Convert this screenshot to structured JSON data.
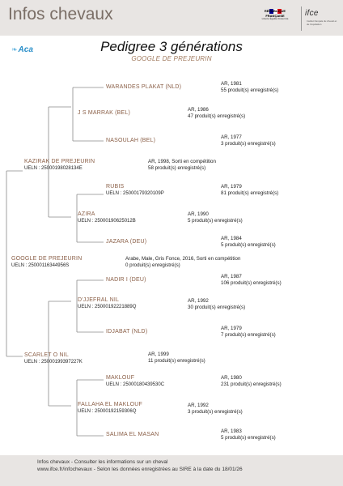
{
  "header": {
    "title": "Infos chevaux",
    "rf_line1": "RÉPUBLIQUE",
    "rf_line2": "FRANÇAISE",
    "rf_motto": "Liberté Égalité Fraternité",
    "ifce_logo": "ifce",
    "ifce_sub": "Institut français du cheval et de l'équitation",
    "aca_logo": "Aca"
  },
  "document": {
    "title": "Pedigree 3 générations",
    "subject": "GOOGLE DE PREJEURIN"
  },
  "pedigree": {
    "subject": {
      "name": "GOOGLE DE PREJEURIN",
      "ueln": "UELN : 25000116344956S",
      "info1": "Arabe, Male, Gris Fonce, 2016, Sorti en compétition",
      "info2": "0 produit(s) enregistré(s)"
    },
    "sire": {
      "name": "KAZIRAK DE PREJEURIN",
      "ueln": "UELN : 25000198028134E",
      "info1": "AR, 1998, Sorti en compétition",
      "info2": "58 produit(s) enregistré(s)"
    },
    "sire_sire": {
      "name": "J S MARRAK (BEL)",
      "info1": "AR, 1986",
      "info2": "47 produit(s) enregistré(s)"
    },
    "sire_sire_sire": {
      "name": "WARANDES PLAKAT (NLD)",
      "info1": "AR, 1981",
      "info2": "55 produit(s) enregistré(s)"
    },
    "sire_sire_dam": {
      "name": "NASOULAH (BEL)",
      "info1": "AR, 1977",
      "info2": "3 produit(s) enregistré(s)"
    },
    "sire_dam": {
      "name": "AZIRA",
      "ueln": "UELN : 25000190625012B",
      "info1": "AR, 1990",
      "info2": "5 produit(s) enregistré(s)"
    },
    "sire_dam_sire": {
      "name": "RUBIS",
      "ueln": "UELN : 25000179320109P",
      "info1": "AR, 1979",
      "info2": "81 produit(s) enregistré(s)"
    },
    "sire_dam_dam": {
      "name": "JAZARA (DEU)",
      "info1": "AR, 1984",
      "info2": "5 produit(s) enregistré(s)"
    },
    "dam": {
      "name": "SCARLET O NIL",
      "ueln": "UELN : 25000199397227K",
      "info1": "AR, 1999",
      "info2": "11 produit(s) enregistré(s)"
    },
    "dam_sire": {
      "name": "D'JJEFRAL NIL",
      "ueln": "UELN : 25000192221889Q",
      "info1": "AR, 1992",
      "info2": "30 produit(s) enregistré(s)"
    },
    "dam_sire_sire": {
      "name": "NADIR I (DEU)",
      "info1": "AR, 1987",
      "info2": "106 produit(s) enregistré(s)"
    },
    "dam_sire_dam": {
      "name": "IDJABAT (NLD)",
      "info1": "AR, 1979",
      "info2": "7 produit(s) enregistré(s)"
    },
    "dam_dam": {
      "name": "FALLAHA EL MAKLOUF",
      "ueln": "UELN : 25000192159306Q",
      "info1": "AR, 1992",
      "info2": "3 produit(s) enregistré(s)"
    },
    "dam_dam_sire": {
      "name": "MAKLOUF",
      "ueln": "UELN : 25000180439530C",
      "info1": "AR, 1980",
      "info2": "231 produit(s) enregistré(s)"
    },
    "dam_dam_dam": {
      "name": "SALIMA EL MASAN",
      "info1": "AR, 1983",
      "info2": "5 produit(s) enregistré(s)"
    }
  },
  "footer": {
    "line1": "Infos chevaux - Consulter les informations sur un cheval",
    "line2": "www.ifce.fr/infochevaux - Selon les données enregistrées au SIRE à la date du 18/01/26"
  }
}
